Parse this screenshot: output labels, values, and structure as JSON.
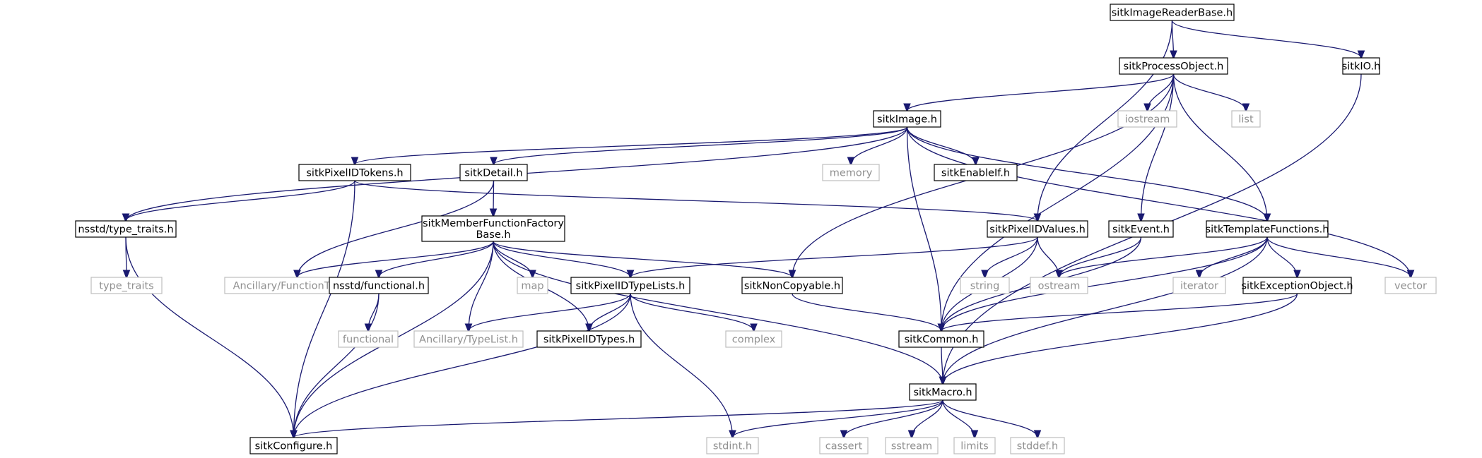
{
  "graph": {
    "title": "sitkImageReaderBase.h",
    "nodes": {
      "root": "sitkImageReaderBase.h",
      "processobject": "sitkProcessObject.h",
      "io": "sitkIO.h",
      "image": "sitkImage.h",
      "iostream": "iostream",
      "list": "list",
      "pixelidtokens": "sitkPixelIDTokens.h",
      "detail": "sitkDetail.h",
      "memory": "memory",
      "enableif": "sitkEnableIf.h",
      "typetraits": "nsstd/type_traits.h",
      "mffb": [
        "sitkMemberFunctionFactory",
        "Base.h"
      ],
      "pixelidvalues": "sitkPixelIDValues.h",
      "event": "sitkEvent.h",
      "templatefunctions": "sitkTemplateFunctions.h",
      "type_traits": "type_traits",
      "functiontraits": "Ancillary/FunctionTraits.h",
      "map": "map",
      "functional_h": "nsstd/functional.h",
      "pixelidtypelists": "sitkPixelIDTypeLists.h",
      "noncopyable": "sitkNonCopyable.h",
      "string": "string",
      "ostream": "ostream",
      "iterator": "iterator",
      "exceptionobject": "sitkExceptionObject.h",
      "vector": "vector",
      "functional": "functional",
      "typelist": "Ancillary/TypeList.h",
      "pixelidtypes": "sitkPixelIDTypes.h",
      "complex": "complex",
      "common": "sitkCommon.h",
      "macro": "sitkMacro.h",
      "configure": "sitkConfigure.h",
      "stdint": "stdint.h",
      "cassert": "cassert",
      "sstream": "sstream",
      "limits": "limits",
      "stddef": "stddef.h"
    },
    "node_kinds": {
      "root": "main",
      "system": [
        "iostream",
        "list",
        "memory",
        "type_traits",
        "functiontraits",
        "map",
        "string",
        "ostream",
        "iterator",
        "vector",
        "functional",
        "typelist",
        "complex",
        "stdint",
        "cassert",
        "sstream",
        "limits",
        "stddef"
      ]
    },
    "edges": [
      [
        "root",
        "processobject"
      ],
      [
        "root",
        "io"
      ],
      [
        "root",
        "pixelidvalues"
      ],
      [
        "processobject",
        "image"
      ],
      [
        "processobject",
        "iostream"
      ],
      [
        "processobject",
        "list"
      ],
      [
        "processobject",
        "event"
      ],
      [
        "processobject",
        "templatefunctions"
      ],
      [
        "processobject",
        "noncopyable"
      ],
      [
        "processobject",
        "common"
      ],
      [
        "io",
        "macro"
      ],
      [
        "image",
        "pixelidtokens"
      ],
      [
        "image",
        "detail"
      ],
      [
        "image",
        "memory"
      ],
      [
        "image",
        "enableif"
      ],
      [
        "image",
        "typetraits"
      ],
      [
        "image",
        "templatefunctions"
      ],
      [
        "image",
        "vector"
      ],
      [
        "image",
        "common"
      ],
      [
        "pixelidtokens",
        "typetraits"
      ],
      [
        "pixelidtokens",
        "pixelidvalues"
      ],
      [
        "pixelidtokens",
        "configure"
      ],
      [
        "detail",
        "mffb"
      ],
      [
        "detail",
        "functiontraits"
      ],
      [
        "typetraits",
        "type_traits"
      ],
      [
        "typetraits",
        "configure"
      ],
      [
        "mffb",
        "functiontraits"
      ],
      [
        "mffb",
        "map"
      ],
      [
        "mffb",
        "functional_h"
      ],
      [
        "mffb",
        "pixelidtypelists"
      ],
      [
        "mffb",
        "noncopyable"
      ],
      [
        "mffb",
        "typelist"
      ],
      [
        "mffb",
        "pixelidtypes"
      ],
      [
        "mffb",
        "macro"
      ],
      [
        "mffb",
        "configure"
      ],
      [
        "pixelidvalues",
        "pixelidtypelists"
      ],
      [
        "pixelidvalues",
        "string"
      ],
      [
        "pixelidvalues",
        "ostream"
      ],
      [
        "pixelidvalues",
        "common"
      ],
      [
        "event",
        "ostream"
      ],
      [
        "event",
        "common"
      ],
      [
        "templatefunctions",
        "ostream"
      ],
      [
        "templatefunctions",
        "iterator"
      ],
      [
        "templatefunctions",
        "exceptionobject"
      ],
      [
        "templatefunctions",
        "vector"
      ],
      [
        "templatefunctions",
        "common"
      ],
      [
        "templatefunctions",
        "macro"
      ],
      [
        "functional_h",
        "functional"
      ],
      [
        "functional_h",
        "configure"
      ],
      [
        "pixelidtypelists",
        "typelist"
      ],
      [
        "pixelidtypelists",
        "pixelidtypes"
      ],
      [
        "pixelidtypelists",
        "complex"
      ],
      [
        "pixelidtypelists",
        "stdint"
      ],
      [
        "pixelidtypelists",
        "configure"
      ],
      [
        "noncopyable",
        "common"
      ],
      [
        "exceptionobject",
        "common"
      ],
      [
        "exceptionobject",
        "macro"
      ],
      [
        "common",
        "macro"
      ],
      [
        "macro",
        "configure"
      ],
      [
        "macro",
        "stdint"
      ],
      [
        "macro",
        "cassert"
      ],
      [
        "macro",
        "sstream"
      ],
      [
        "macro",
        "limits"
      ],
      [
        "macro",
        "stddef"
      ]
    ],
    "colors": {
      "edge": "#191970",
      "main_fill": "#bfbfbf",
      "system_border": "#bfbfbf",
      "system_text": "#909090"
    }
  }
}
